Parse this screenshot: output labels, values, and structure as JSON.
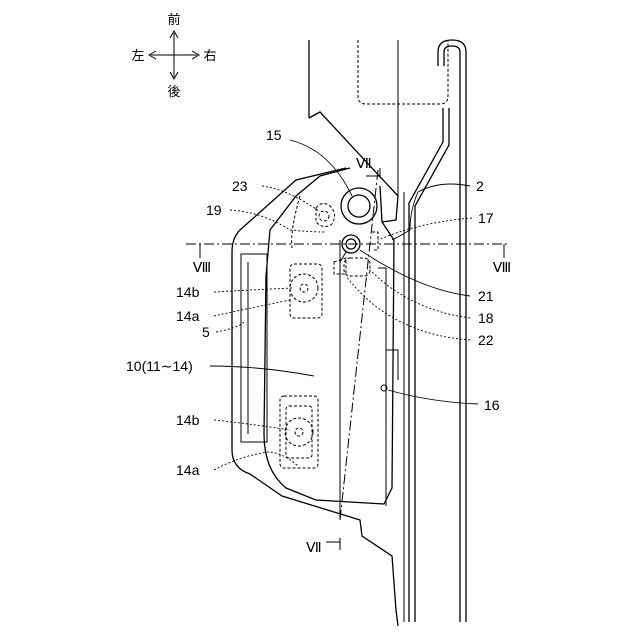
{
  "compass": {
    "front": "前",
    "rear": "後",
    "left": "左",
    "right": "右"
  },
  "section_marks": {
    "vii_top": "Ⅶ",
    "vii_bottom": "Ⅶ",
    "viii_left": "Ⅷ",
    "viii_right": "Ⅷ"
  },
  "labels": {
    "l2": "2",
    "l5": "5",
    "l10": "10(11∼14)",
    "l14a_upper": "14a",
    "l14a_lower": "14a",
    "l14b_upper": "14b",
    "l14b_lower": "14b",
    "l15": "15",
    "l16": "16",
    "l17": "17",
    "l18": "18",
    "l19": "19",
    "l21": "21",
    "l22": "22",
    "l23": "23"
  }
}
